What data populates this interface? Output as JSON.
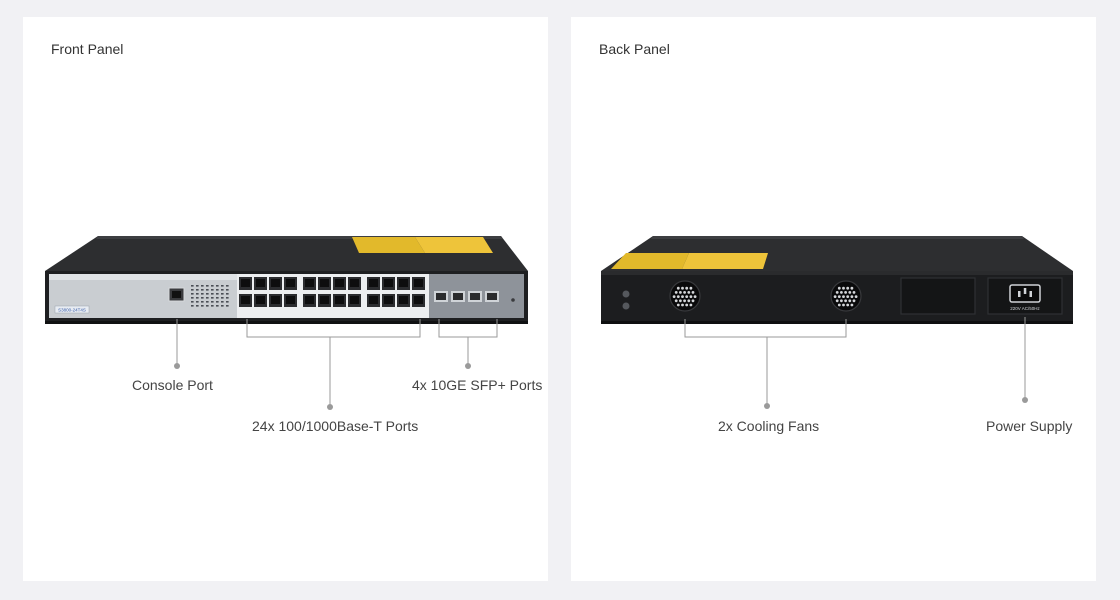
{
  "colors": {
    "panel_bg": "#ffffff",
    "page_bg": "#f1f1f4",
    "chassis_top": "#2d2e30",
    "chassis_front": "#1e1f21",
    "faceplate_silver": "#c9cdd1",
    "warning_label": "#e2b92b",
    "leader_line": "#9a9a9a"
  },
  "front": {
    "title": "Front Panel",
    "model_label": "S3800-24T4S",
    "callouts": {
      "console": "Console Port",
      "rj45": "24x 100/1000Base-T Ports",
      "sfp": "4x 10GE SFP+ Ports"
    }
  },
  "back": {
    "title": "Back Panel",
    "power_label": "220V AC/50Hz",
    "callouts": {
      "fans": "2x Cooling Fans",
      "power": "Power Supply"
    }
  }
}
